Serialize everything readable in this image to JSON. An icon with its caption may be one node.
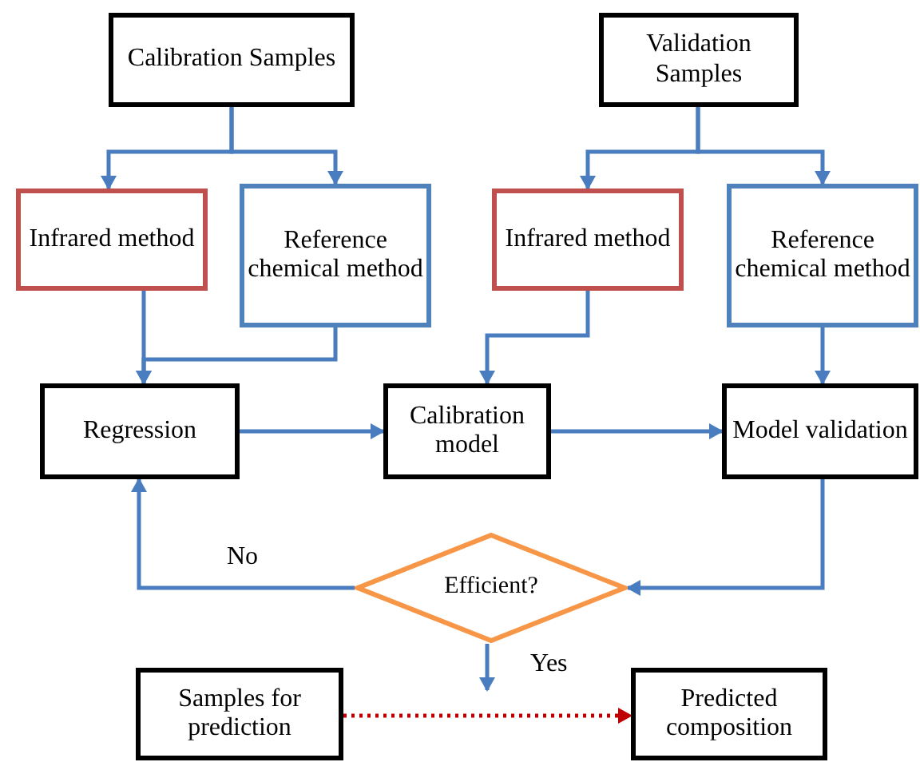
{
  "diagram": {
    "nodes": [
      {
        "text": [
          "Calibration Samples"
        ]
      },
      {
        "text": [
          "Infrared method"
        ]
      },
      {
        "text": [
          "Reference chemical method"
        ]
      },
      {
        "text": [
          "Validation Samples"
        ]
      },
      {
        "text": [
          "Infrared method"
        ]
      },
      {
        "text": [
          "Reference chemical method"
        ]
      },
      {
        "text": [
          "Regression"
        ]
      },
      {
        "text": [
          "Calibration model"
        ]
      },
      {
        "text": [
          "Model validation"
        ]
      },
      {
        "text": [
          "Efficient?"
        ]
      },
      {
        "text": [
          "Samples for prediction"
        ]
      },
      {
        "text": [
          "Predicted composition"
        ]
      }
    ],
    "edges": [
      {
        "from": 0,
        "to": 1,
        "arrow": "to"
      },
      {
        "from": 0,
        "to": 2,
        "arrow": "to"
      },
      {
        "from": 3,
        "to": 4,
        "arrow": "to"
      },
      {
        "from": 3,
        "to": 5,
        "arrow": "to"
      },
      {
        "from": 1,
        "to": 6,
        "arrow": "to"
      },
      {
        "from": 2,
        "to": 6,
        "arrow": "to"
      },
      {
        "from": 4,
        "to": 7,
        "arrow": "to"
      },
      {
        "from": 5,
        "to": 8,
        "arrow": "to"
      },
      {
        "from": 6,
        "to": 7,
        "arrow": "to"
      },
      {
        "from": 7,
        "to": 8,
        "arrow": "to"
      },
      {
        "from": 8,
        "to": 9,
        "arrow": "to"
      },
      {
        "from": 9,
        "to": 6,
        "arrow": "to",
        "label": "No"
      },
      {
        "from": 9,
        "to": null,
        "arrow": "to",
        "label": "Yes"
      },
      {
        "from": 10,
        "to": 11,
        "arrow": "to",
        "style": "dashed",
        "color": "#c00000"
      }
    ]
  }
}
